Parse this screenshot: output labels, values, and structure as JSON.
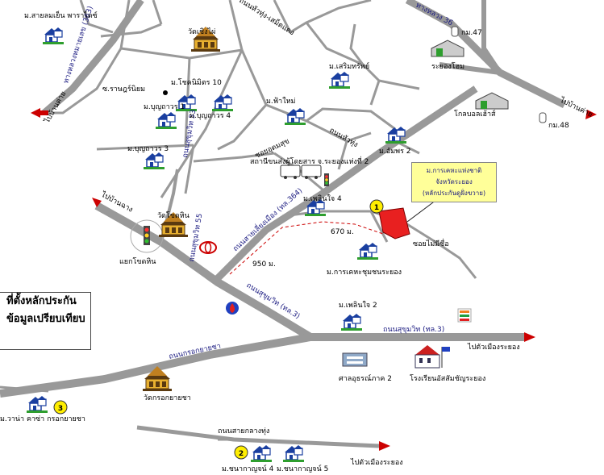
{
  "map": {
    "roads": {
      "highway_363": "ทางหลวงหมายเลข (363)",
      "route_36": "ทางหลวง 36",
      "sukhumvit_53": "ถนนสุขุมวิท 53",
      "sukhumvit_55": "ถนนสุขุมวิท 55",
      "bypass_364": "ถนนสายเลี่ยงเมือง (ทล.364)",
      "sukhumvit_3_diag": "ถนนสุขุมวิท (ทล.3)",
      "sukhumvit_3_main": "ถนนสุขุมวิท (ทล.3)",
      "kroeng_yai": "ถนนกรอกยายชา",
      "klang_thung": "ถนนสายกลางทุ่ง",
      "hua_thung": "ถนนหัวทุ่ง",
      "soi_mai_mi_chue": "ซอยไม่มีชื่อ",
      "soi_top": "ถนนหัวทุ่ง-เสม็ดแดง"
    },
    "places": {
      "m_sailomyen": "ม.สายลมเย็น พาราไดซ์",
      "wat_choeng_phai": "วัดเชิงไผ่",
      "ror_rat": "ซ.ราษฎร์นิยม",
      "m_chokniphit": "ม.โชคนิมิตร 10",
      "m_bunthawon1": "ม.บุญถาวร 1",
      "m_bunthawon4": "ม.บุญถาวร 4",
      "m_bunthawon3": "ม.บุญถาวร 3",
      "m_soemsap": "ม.เสริมทรัพย์",
      "rayong_home": "ระยองโฮม",
      "km47": "กม.47",
      "global_house": "โกลบอลเฮ้าส์",
      "km48": "กม.48",
      "m_faimai": "ม.ฟ้าใหม่",
      "m_aumphon2": "ม.อัมพร 2",
      "soi_somsuk": "ซอยอุดมสุข",
      "bus_station": "สถานีขนส่งผู้โดยสาร จ.ระยองแห่งที่ 2",
      "m_phloenchai4": "ม.เพลินใจ 4",
      "wat_khot_hin": "วัดโขดหิน",
      "yaek_khot_hin": "แยกโขดหิน",
      "m_kheha_chum": "ม.การเคหะชุมชนระยอง",
      "m_phloenchai2": "ม.เพลินใจ 2",
      "court": "ศาลอุธรณ์ภาค 2",
      "school": "โรงเรียนอัสสัมชัญระยอง",
      "wat_kroeng_yai": "วัดกรอกยายชา",
      "m_wana": "ม.วาน่า คาซ่า กรอกยายชา",
      "m_chanakan4": "ม.ชนากาญจน์ 4",
      "m_chanakan5": "ม.ชนากาญจน์ 5"
    },
    "directions": {
      "to_ban_khai": "ไปบ้านค่าย",
      "to_ban_chang": "ไปบ้านฉาง",
      "to_ban_khai_right": "ไปบ้านค่าย",
      "to_city_1": "ไปตัวเมืองระยอง",
      "to_city_2": "ไปตัวเมืองระยอง"
    },
    "distances": {
      "d670": "670 ม.",
      "d950": "950 ม."
    },
    "markers": {
      "m1": "1",
      "m2": "2",
      "m3": "3"
    },
    "note": {
      "line1": "ม.การเคหะแห่งชาติ",
      "line2": "จังหวัดระยอง",
      "line3": "(หลักประกันดูฝั่งขวาย)"
    },
    "legend": {
      "line1": "ที่ตั้งหลักประกัน",
      "line2": "ข้อมูลเปรียบเทียบ"
    },
    "colors": {
      "road": "#999999",
      "arrow": "#cc0000",
      "house": "#1a3fa0",
      "marker": "#ffee00",
      "collateral": "#e82020"
    }
  }
}
